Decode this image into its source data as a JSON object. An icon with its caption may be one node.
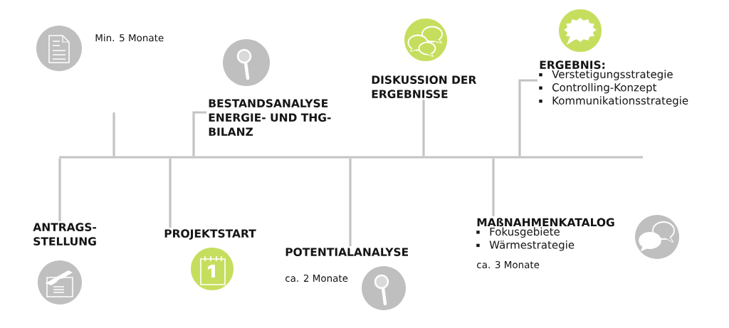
{
  "diagram": {
    "nodes": [
      {
        "text": [],
        "shape": "bar"
      },
      {
        "text": [
          "ANTRAGS- STELLUNG"
        ]
      },
      {
        "text": [
          "PROJEKTSTART"
        ]
      },
      {
        "text": [
          "BESTANDSANALYSE ENERGIE- UND THG- BILANZ"
        ]
      },
      {
        "text": [
          "POTENTIALANALYSE"
        ],
        "beside": [
          "ca. 2 Monate"
        ]
      },
      {
        "text": [
          "DISKUSSION DER ERGEBNISSE"
        ]
      },
      {
        "text": [
          "MAßNAHMENKATALOG",
          "Fokusgebiete",
          "Wärmestrategie"
        ],
        "beside": [
          "ca. 3 Monate"
        ]
      },
      {
        "text": [
          "ERGEBNIS:",
          "Verstetigungsstrategie",
          "Controlling-Konzept",
          "Kommunikationsstrategie"
        ]
      }
    ],
    "edges": [
      {
        "from": 0,
        "to": 1,
        "arrow": "none"
      },
      {
        "from": 0,
        "to": 2,
        "arrow": "none"
      },
      {
        "from": 0,
        "to": 3,
        "arrow": "none"
      },
      {
        "from": 0,
        "to": 4,
        "arrow": "none"
      },
      {
        "from": 0,
        "to": 5,
        "arrow": "none"
      },
      {
        "from": 0,
        "to": 6,
        "arrow": "none"
      },
      {
        "from": 0,
        "to": 7,
        "arrow": "none"
      }
    ],
    "labels": [
      "Min. 5 Monate"
    ]
  }
}
